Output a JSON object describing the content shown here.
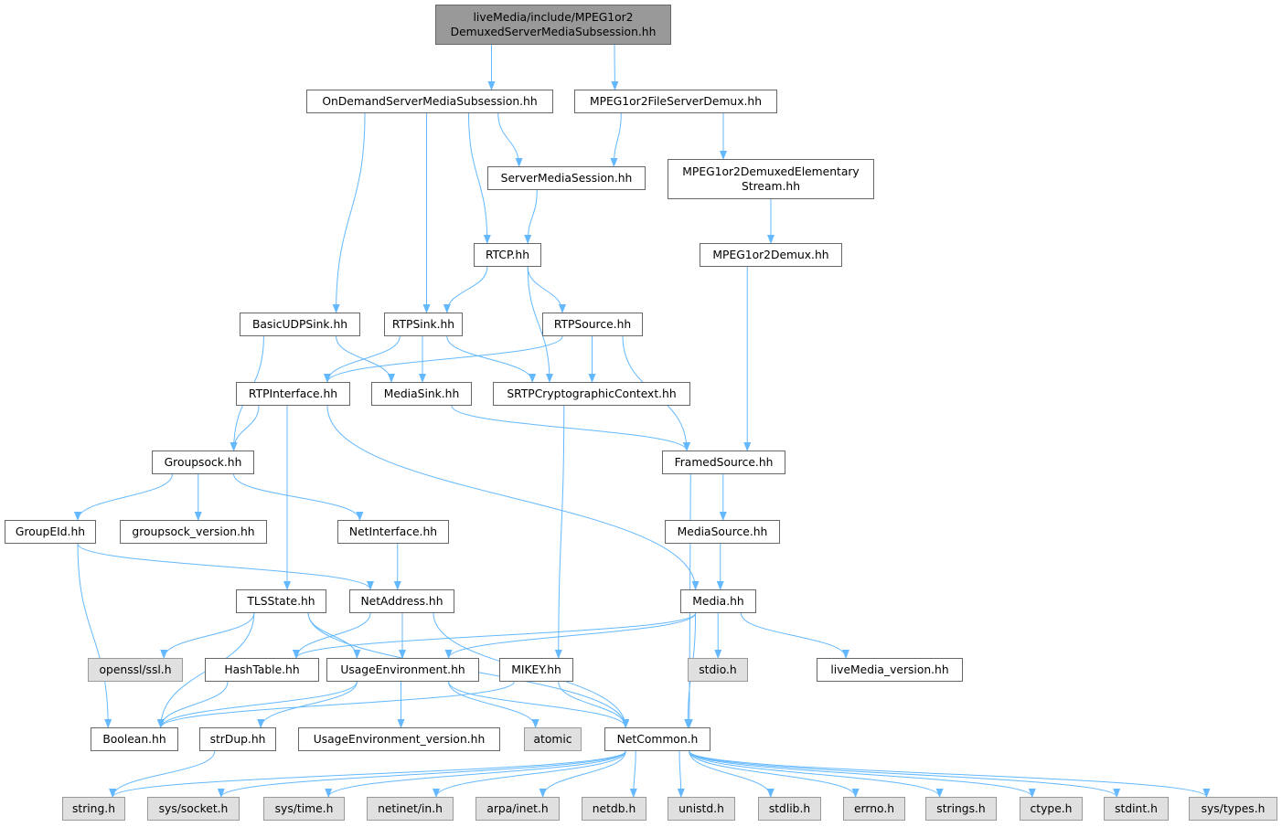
{
  "graph": {
    "type": "include-dependency-graph",
    "edge_color": "#63b8ff",
    "nodes": {
      "root": {
        "label": "liveMedia/include/MPEG1or2\nDemuxedServerMediaSubsession.hh",
        "kind": "root"
      },
      "ondemand": {
        "label": "OnDemandServerMediaSubsession.hh",
        "kind": "file"
      },
      "fsdemux": {
        "label": "MPEG1or2FileServerDemux.hh",
        "kind": "file"
      },
      "sms": {
        "label": "ServerMediaSession.hh",
        "kind": "file"
      },
      "des": {
        "label": "MPEG1or2DemuxedElementary\nStream.hh",
        "kind": "file"
      },
      "rtcp": {
        "label": "RTCP.hh",
        "kind": "file"
      },
      "demux": {
        "label": "MPEG1or2Demux.hh",
        "kind": "file"
      },
      "udpsink": {
        "label": "BasicUDPSink.hh",
        "kind": "file"
      },
      "rtpsink": {
        "label": "RTPSink.hh",
        "kind": "file"
      },
      "rtpsource": {
        "label": "RTPSource.hh",
        "kind": "file"
      },
      "rtpif": {
        "label": "RTPInterface.hh",
        "kind": "file"
      },
      "mediasink": {
        "label": "MediaSink.hh",
        "kind": "file"
      },
      "srtp": {
        "label": "SRTPCryptographicContext.hh",
        "kind": "file"
      },
      "groupsock": {
        "label": "Groupsock.hh",
        "kind": "file"
      },
      "framed": {
        "label": "FramedSource.hh",
        "kind": "file"
      },
      "groupeid": {
        "label": "GroupEId.hh",
        "kind": "file"
      },
      "gsver": {
        "label": "groupsock_version.hh",
        "kind": "file"
      },
      "netif": {
        "label": "NetInterface.hh",
        "kind": "file"
      },
      "mediasource": {
        "label": "MediaSource.hh",
        "kind": "file"
      },
      "tls": {
        "label": "TLSState.hh",
        "kind": "file"
      },
      "netaddr": {
        "label": "NetAddress.hh",
        "kind": "file"
      },
      "media": {
        "label": "Media.hh",
        "kind": "file"
      },
      "openssl": {
        "label": "openssl/ssl.h",
        "kind": "system"
      },
      "hashtable": {
        "label": "HashTable.hh",
        "kind": "file"
      },
      "usageenv": {
        "label": "UsageEnvironment.hh",
        "kind": "file"
      },
      "mikey": {
        "label": "MIKEY.hh",
        "kind": "file"
      },
      "stdio": {
        "label": "stdio.h",
        "kind": "system"
      },
      "lmver": {
        "label": "liveMedia_version.hh",
        "kind": "file"
      },
      "boolean": {
        "label": "Boolean.hh",
        "kind": "file"
      },
      "strdup": {
        "label": "strDup.hh",
        "kind": "file"
      },
      "uever": {
        "label": "UsageEnvironment_version.hh",
        "kind": "file"
      },
      "atomic": {
        "label": "atomic",
        "kind": "system"
      },
      "netcommon": {
        "label": "NetCommon.h",
        "kind": "file"
      },
      "string": {
        "label": "string.h",
        "kind": "system"
      },
      "socket": {
        "label": "sys/socket.h",
        "kind": "system"
      },
      "time": {
        "label": "sys/time.h",
        "kind": "system"
      },
      "netinet": {
        "label": "netinet/in.h",
        "kind": "system"
      },
      "arpa": {
        "label": "arpa/inet.h",
        "kind": "system"
      },
      "netdb": {
        "label": "netdb.h",
        "kind": "system"
      },
      "unistd": {
        "label": "unistd.h",
        "kind": "system"
      },
      "stdlib": {
        "label": "stdlib.h",
        "kind": "system"
      },
      "errno": {
        "label": "errno.h",
        "kind": "system"
      },
      "strings": {
        "label": "strings.h",
        "kind": "system"
      },
      "ctype": {
        "label": "ctype.h",
        "kind": "system"
      },
      "stdint": {
        "label": "stdint.h",
        "kind": "system"
      },
      "systypes": {
        "label": "sys/types.h",
        "kind": "system"
      }
    },
    "edges": [
      [
        "root",
        "ondemand"
      ],
      [
        "root",
        "fsdemux"
      ],
      [
        "ondemand",
        "sms"
      ],
      [
        "ondemand",
        "rtcp"
      ],
      [
        "ondemand",
        "rtpsink"
      ],
      [
        "ondemand",
        "udpsink"
      ],
      [
        "fsdemux",
        "sms"
      ],
      [
        "fsdemux",
        "des"
      ],
      [
        "sms",
        "rtcp"
      ],
      [
        "des",
        "demux"
      ],
      [
        "demux",
        "framed"
      ],
      [
        "rtcp",
        "rtpsink"
      ],
      [
        "rtcp",
        "rtpsource"
      ],
      [
        "rtcp",
        "srtp"
      ],
      [
        "udpsink",
        "mediasink"
      ],
      [
        "udpsink",
        "groupsock"
      ],
      [
        "rtpsink",
        "rtpif"
      ],
      [
        "rtpsink",
        "mediasink"
      ],
      [
        "rtpsink",
        "srtp"
      ],
      [
        "rtpsource",
        "rtpif"
      ],
      [
        "rtpsource",
        "srtp"
      ],
      [
        "rtpsource",
        "framed"
      ],
      [
        "rtpif",
        "groupsock"
      ],
      [
        "rtpif",
        "tls"
      ],
      [
        "rtpif",
        "media"
      ],
      [
        "mediasink",
        "framed"
      ],
      [
        "srtp",
        "mikey"
      ],
      [
        "groupsock",
        "groupeid"
      ],
      [
        "groupsock",
        "gsver"
      ],
      [
        "groupsock",
        "netif"
      ],
      [
        "framed",
        "mediasource"
      ],
      [
        "framed",
        "netcommon"
      ],
      [
        "groupeid",
        "netaddr"
      ],
      [
        "groupeid",
        "boolean"
      ],
      [
        "netif",
        "netaddr"
      ],
      [
        "mediasource",
        "media"
      ],
      [
        "tls",
        "openssl"
      ],
      [
        "tls",
        "usageenv"
      ],
      [
        "tls",
        "boolean"
      ],
      [
        "tls",
        "netcommon"
      ],
      [
        "netaddr",
        "hashtable"
      ],
      [
        "netaddr",
        "usageenv"
      ],
      [
        "netaddr",
        "netcommon"
      ],
      [
        "media",
        "hashtable"
      ],
      [
        "media",
        "usageenv"
      ],
      [
        "media",
        "stdio"
      ],
      [
        "media",
        "lmver"
      ],
      [
        "media",
        "netcommon"
      ],
      [
        "hashtable",
        "boolean"
      ],
      [
        "usageenv",
        "boolean"
      ],
      [
        "usageenv",
        "strdup"
      ],
      [
        "usageenv",
        "uever"
      ],
      [
        "usageenv",
        "atomic"
      ],
      [
        "usageenv",
        "netcommon"
      ],
      [
        "mikey",
        "boolean"
      ],
      [
        "mikey",
        "netcommon"
      ],
      [
        "strdup",
        "string"
      ],
      [
        "netcommon",
        "string"
      ],
      [
        "netcommon",
        "socket"
      ],
      [
        "netcommon",
        "time"
      ],
      [
        "netcommon",
        "netinet"
      ],
      [
        "netcommon",
        "arpa"
      ],
      [
        "netcommon",
        "netdb"
      ],
      [
        "netcommon",
        "unistd"
      ],
      [
        "netcommon",
        "stdlib"
      ],
      [
        "netcommon",
        "errno"
      ],
      [
        "netcommon",
        "strings"
      ],
      [
        "netcommon",
        "ctype"
      ],
      [
        "netcommon",
        "stdint"
      ],
      [
        "netcommon",
        "systypes"
      ]
    ]
  }
}
